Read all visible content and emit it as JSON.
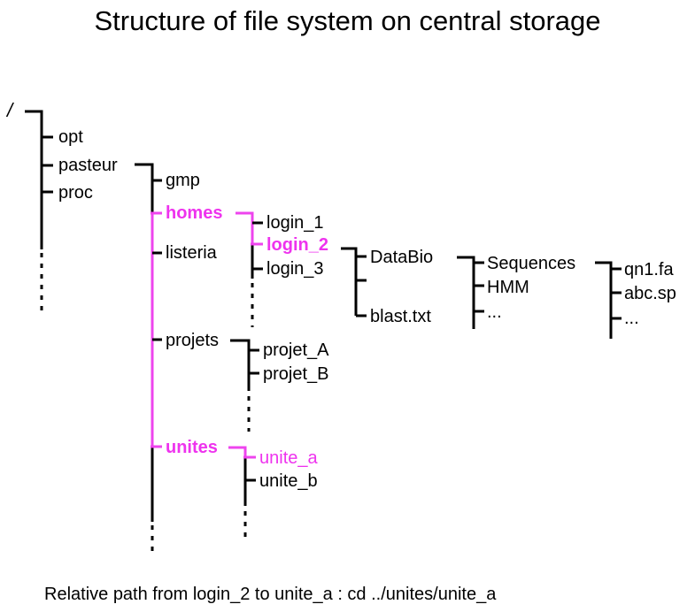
{
  "title": "Structure of file system on central storage",
  "caption": "Relative path from login_2 to unite_a : cd ../unites/unite_a",
  "colors": {
    "highlight": "#ee33ee",
    "line": "#000000"
  },
  "tree": {
    "root": "/",
    "level1": [
      "opt",
      "pasteur",
      "proc"
    ],
    "pasteur_children": [
      "gmp",
      "homes",
      "listeria",
      "projets",
      "unites"
    ],
    "homes_children": [
      "login_1",
      "login_2",
      "login_3"
    ],
    "login_2_children": [
      "DataBio",
      "",
      "blast.txt"
    ],
    "databio_children": [
      "Sequences",
      "HMM",
      "..."
    ],
    "sequences_children": [
      "qn1.fa",
      "abc.sp",
      "..."
    ],
    "projets_children": [
      "projet_A",
      "projet_B"
    ],
    "unites_children": [
      "unite_a",
      "unite_b"
    ]
  },
  "highlighted_path": [
    "homes",
    "login_2",
    "unites",
    "unite_a"
  ]
}
